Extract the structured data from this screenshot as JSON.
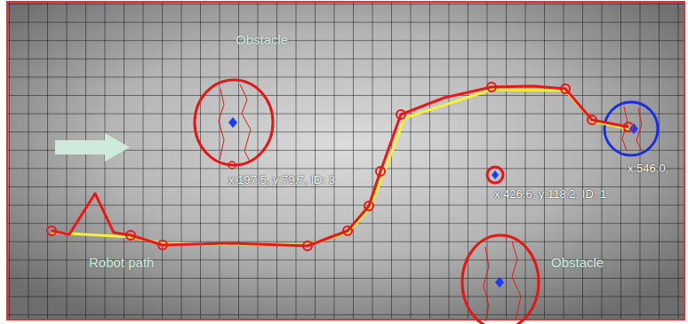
{
  "diagram": {
    "labels": [
      "Obstacle",
      "x:546.0,",
      "x:197.5, y:79.7, ID: 3",
      "x:426.6, y:118.2, ID: 1",
      "Robot path",
      "Obstacle"
    ]
  }
}
